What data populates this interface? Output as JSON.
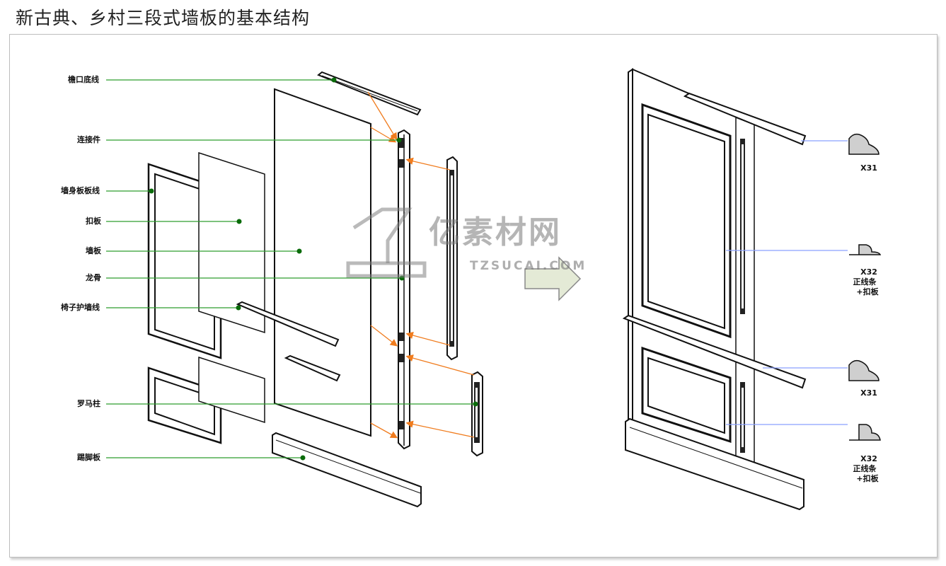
{
  "title": "新古典、乡村三段式墙板的基本结构",
  "labels": {
    "cornice": "檐口底线",
    "connector": "连接件",
    "frame_line": "墙身板板线",
    "clip_board": "扣板",
    "wall_board": "墙板",
    "keel": "龙骨",
    "chair_rail": "椅子护墙线",
    "roman_column": "罗马柱",
    "skirting": "踢脚板"
  },
  "profiles": [
    {
      "code": "X31",
      "lines": []
    },
    {
      "code": "X32",
      "lines": [
        "正线条",
        "+扣板"
      ]
    },
    {
      "code": "X31",
      "lines": []
    },
    {
      "code": "X32",
      "lines": [
        "正线条",
        "+扣板"
      ]
    }
  ],
  "watermark": {
    "cn": "亿素材网",
    "en": "TZSUCAI.COM"
  },
  "colors": {
    "leader_green": "#2e9e2e",
    "dot_green": "#0a6b0a",
    "arrow_orange": "#f07c1e",
    "leader_blue": "#8aa0ff",
    "arrow_fill": "#e4ead6",
    "profile_fill": "#cfcfcf"
  }
}
